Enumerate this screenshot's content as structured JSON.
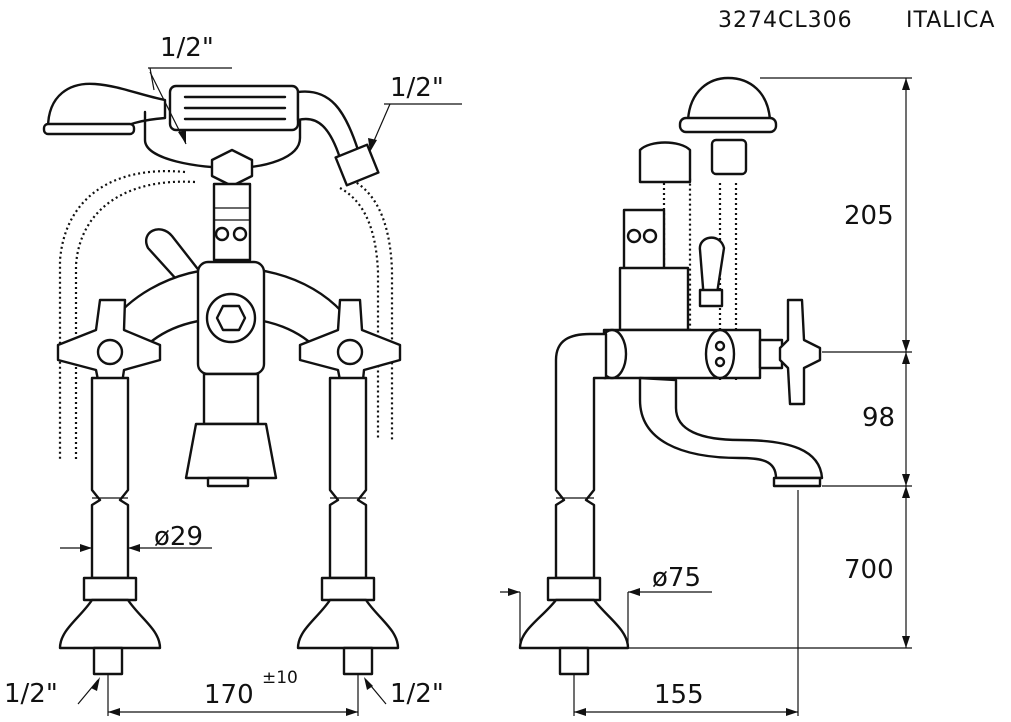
{
  "header": {
    "model_code": "3274CL306",
    "collection": "ITALICA"
  },
  "labels": {
    "thread_top_left": "1/2\"",
    "thread_top_right": "1/2\"",
    "diameter_pipe": "ø29",
    "diameter_base": "ø75",
    "thread_bottom_left": "1/2\"",
    "thread_bottom_right": "1/2\"",
    "spacing_value": "170",
    "spacing_tolerance": "±10",
    "reach": "155",
    "height_top": "205",
    "height_middle": "98",
    "height_bottom": "700"
  }
}
